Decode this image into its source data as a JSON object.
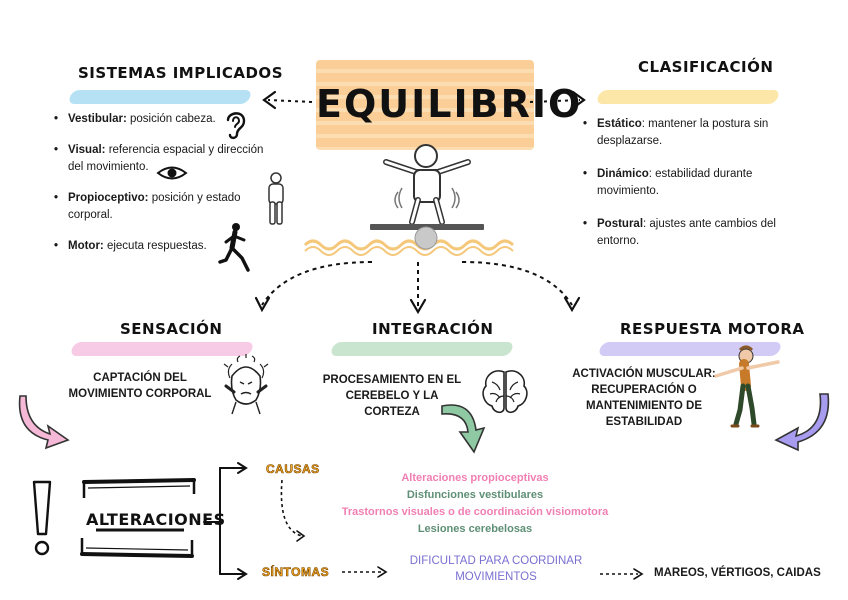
{
  "title": "EQUILIBRIO",
  "sistemas": {
    "heading": "SISTEMAS IMPLICADOS",
    "items": [
      {
        "label": "Vestibular:",
        "text": " posición cabeza."
      },
      {
        "label": "Visual:",
        "text": " referencia espacial y dirección del movimiento."
      },
      {
        "label": "Propioceptivo:",
        "text": " posición y estado corporal."
      },
      {
        "label": "Motor:",
        "text": " ejecuta respuestas."
      }
    ]
  },
  "clasificacion": {
    "heading": "CLASIFICACIÓN",
    "items": [
      {
        "label": "Estático",
        "text": ": mantener la postura sin desplazarse."
      },
      {
        "label": "Dinámico",
        "text": ": estabilidad durante movimiento."
      },
      {
        "label": "Postural",
        "text": ": ajustes ante cambios del entorno."
      }
    ]
  },
  "sensacion": {
    "heading": "SENSACIÓN",
    "text": "CAPTACIÓN DEL MOVIMIENTO CORPORAL"
  },
  "integracion": {
    "heading": "INTEGRACIÓN",
    "text": "PROCESAMIENTO EN EL CEREBELO Y LA CORTEZA"
  },
  "respuesta": {
    "heading": "RESPUESTA MOTORA",
    "text": "ACTIVACIÓN MUSCULAR: RECUPERACIÓN O MANTENIMIENTO DE ESTABILIDAD"
  },
  "alteraciones": {
    "heading": "ALTERACIONES",
    "causas_label": "CAUSAS",
    "sintomas_label": "SÍNTOMAS",
    "causas": [
      {
        "text": "Alteraciones propioceptivas",
        "color": "#f07fb3"
      },
      {
        "text": "Disfunciones vestibulares",
        "color": "#5f8f75"
      },
      {
        "text": "Trastornos visuales o de coordinación visiomotora",
        "color": "#f07fb3"
      },
      {
        "text": "Lesiones cerebelosas",
        "color": "#5f8f75"
      }
    ],
    "sintoma_1": "DIFICULTAD PARA COORDINAR MOVIMIENTOS",
    "sintoma_2": "MAREOS, VÉRTIGOS, CAIDAS"
  },
  "colors": {
    "title_highlight": "#f9c98a",
    "blue_stroke": "#a9dcf2",
    "yellow_stroke": "#fbe39a",
    "pink_stroke": "#f6c1e0",
    "green_stroke": "#bfe0c8",
    "purple_stroke": "#c9c2f4",
    "orange_label": "#f5a623",
    "pink_arrow": "#f5b8d6",
    "green_arrow": "#8fc9a3",
    "purple_arrow": "#a89cf0",
    "symptom_purple": "#7a6fd0"
  },
  "icons": [
    "ear-icon",
    "eye-icon",
    "standing-person-icon",
    "running-person-icon",
    "balance-person-icon",
    "stressed-head-icon",
    "brain-icon",
    "falling-person-icon",
    "exclamation-icon"
  ]
}
